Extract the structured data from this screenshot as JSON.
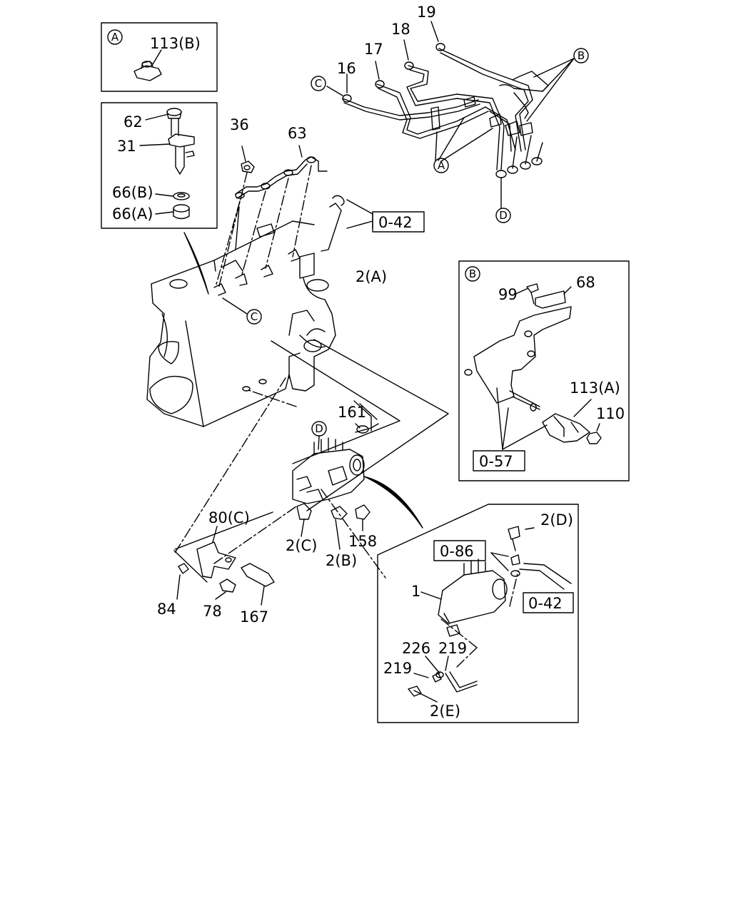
{
  "callouts": {
    "c19": "19",
    "c18": "18",
    "c17": "17",
    "c16": "16",
    "c36": "36",
    "c63": "63",
    "c62": "62",
    "c31": "31",
    "c66b": "66(B)",
    "c66a": "66(A)",
    "c113b": "113(B)",
    "c2a": "2(A)",
    "c99": "99",
    "c68": "68",
    "c113a": "113(A)",
    "c110": "110",
    "c161": "161",
    "c80c": "80(C)",
    "c2c": "2(C)",
    "c2b": "2(B)",
    "c158": "158",
    "c84": "84",
    "c78": "78",
    "c167": "167",
    "c2d": "2(D)",
    "c1": "1",
    "c226": "226",
    "c219a": "219",
    "c219b": "219",
    "c2e": "2(E)"
  },
  "refs": {
    "r042a": "0-42",
    "r057": "0-57",
    "r086": "0-86",
    "r042b": "0-42"
  },
  "markers": {
    "A": "A",
    "B": "B",
    "C": "C",
    "D": "D"
  }
}
